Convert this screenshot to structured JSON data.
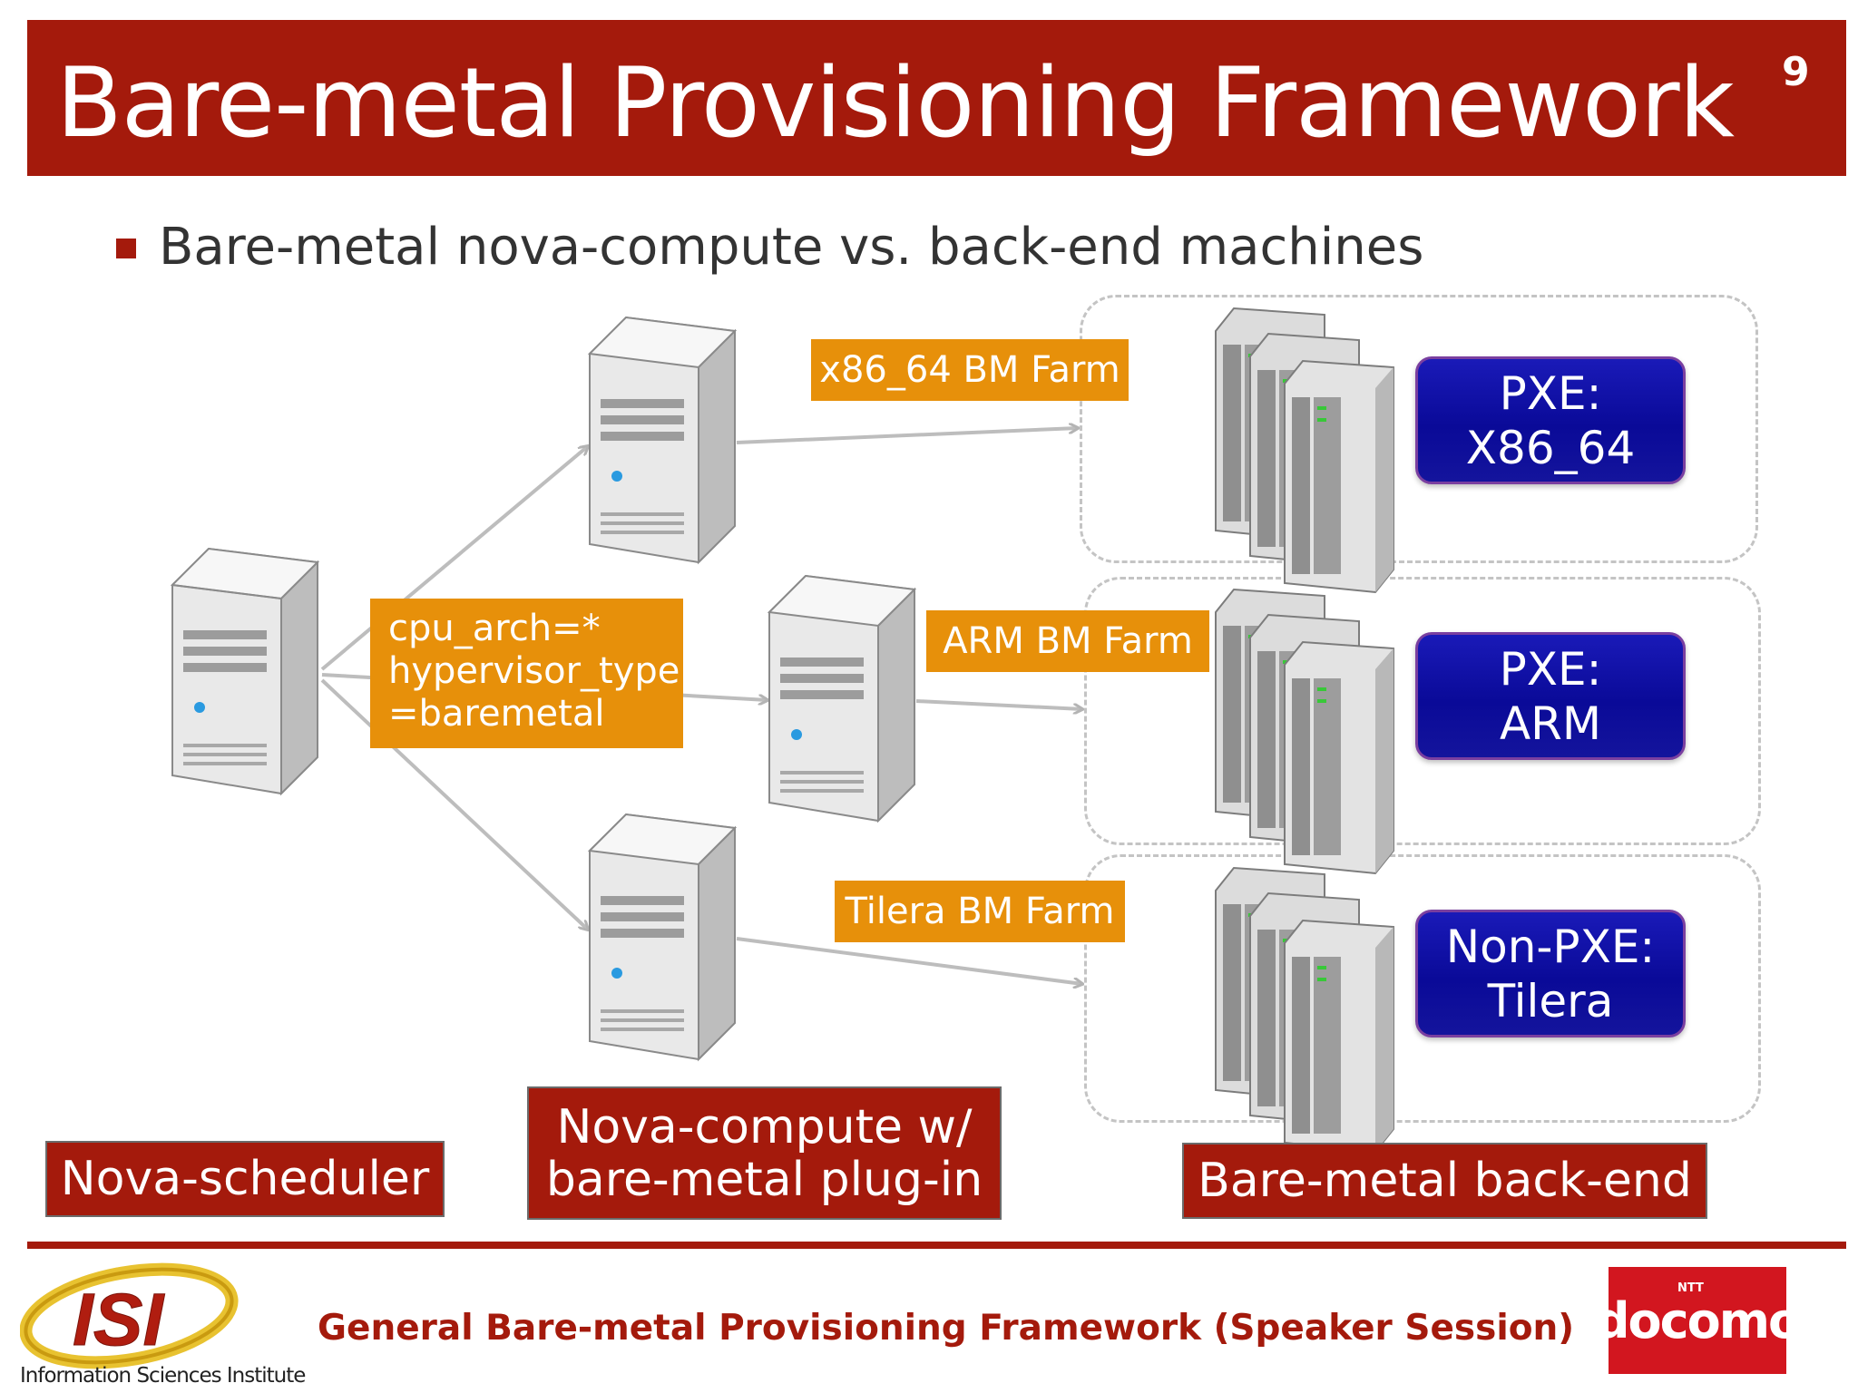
{
  "slide": {
    "title": "Bare-metal Provisioning Framework",
    "page_number": "9",
    "bullet": "Bare-metal nova-compute vs. back-end machines"
  },
  "diagram": {
    "farm_labels": {
      "x86": "x86_64 BM Farm",
      "arm": "ARM BM Farm",
      "tilera": "Tilera BM Farm"
    },
    "filter": {
      "line1": "cpu_arch=*",
      "line2": "hypervisor_type",
      "line3": "=baremetal"
    },
    "boot_boxes": {
      "x86": {
        "line1": "PXE:",
        "line2": "X86_64"
      },
      "arm": {
        "line1": "PXE:",
        "line2": "ARM"
      },
      "tilera": {
        "line1": "Non-PXE:",
        "line2": "Tilera"
      }
    },
    "captions": {
      "scheduler": "Nova-scheduler",
      "compute_line1": "Nova-compute w/",
      "compute_line2": "bare-metal plug-in",
      "backend": "Bare-metal back-end"
    }
  },
  "footer": {
    "text": "General Bare-metal Provisioning Framework (Speaker Session)",
    "isi_logo": "ISI",
    "isi_name": "Information Sciences Institute",
    "docomo_logo": "docomo",
    "docomo_ntt": "NTT"
  },
  "colors": {
    "brand_red": "#a41a0c",
    "label_orange": "#e7900a",
    "pxe_blue": "#0a0a98"
  }
}
